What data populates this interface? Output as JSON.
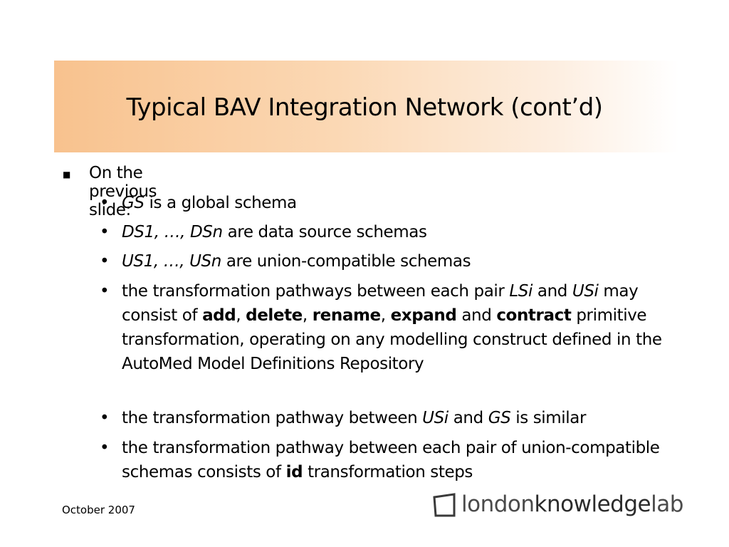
{
  "slide": {
    "title": "Typical BAV Integration Network (cont’d)",
    "intro": "On the previous slide:",
    "bullets": {
      "b1": {
        "em": "GS",
        "rest": " is a global schema"
      },
      "b2": {
        "em": "DS1, …, DSn",
        "rest": " are data source schemas"
      },
      "b3": {
        "em": "US1, …, USn",
        "rest": " are union-compatible schemas"
      },
      "b4": {
        "t1": "the transformation pathways between each pair ",
        "e1": "LSi",
        "t2": " and ",
        "e2": "USi",
        "t3": " may consist of ",
        "k1": "add",
        "t4": ", ",
        "k2": "delete",
        "t5": ", ",
        "k3": "rename",
        "t6": ", ",
        "k4": "expand",
        "t7": " and ",
        "k5": "contract",
        "t8": " primitive transformation, operating on any modelling construct defined in the AutoMed Model Definitions Repository"
      },
      "b5": {
        "t1": "the transformation pathway between ",
        "e1": "USi",
        "t2": " and ",
        "e2": "GS",
        "t3": " is similar"
      },
      "b6": {
        "t1": "the transformation pathway between each pair of union-compatible schemas consists of ",
        "k1": "id",
        "t2": " transformation steps"
      }
    }
  },
  "footer": {
    "date": "October 2007",
    "logo": {
      "part1": "london",
      "part2": "knowledge",
      "part3": "lab"
    }
  },
  "colors": {
    "title_band": "#f8c28e"
  }
}
